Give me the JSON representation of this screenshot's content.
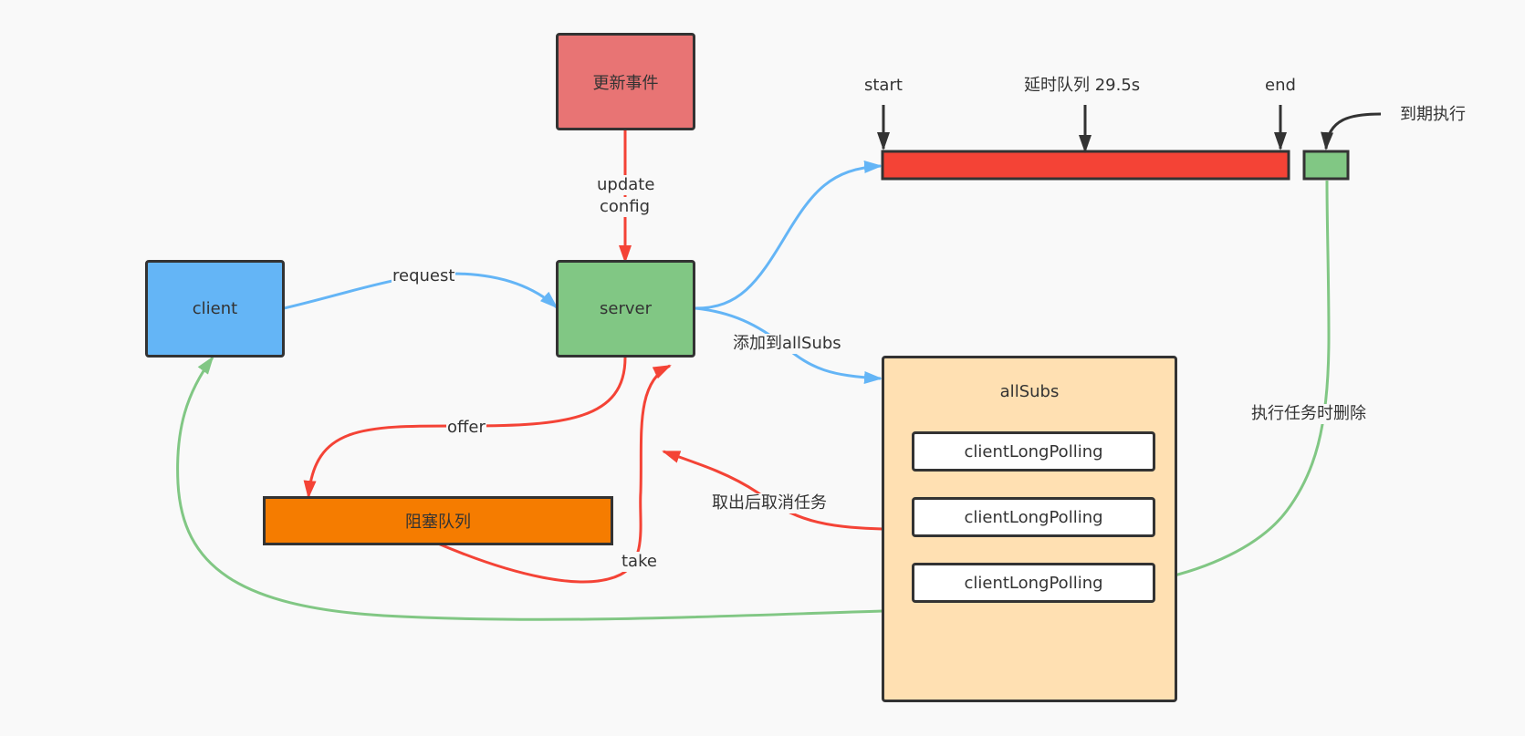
{
  "nodes": {
    "update_event": "更新事件",
    "client": "client",
    "server": "server",
    "blocking_queue": "阻塞队列",
    "allsubs_title": "allSubs",
    "allsubs_items": [
      "clientLongPolling",
      "clientLongPolling",
      "clientLongPolling"
    ]
  },
  "delay_queue": {
    "start": "start",
    "label": "延时队列 29.5s",
    "end": "end",
    "expire": "到期执行"
  },
  "edges": {
    "update_config_line1": "update",
    "update_config_line2": "config",
    "request": "request",
    "add_to_allsubs": "添加到allSubs",
    "offer": "offer",
    "take": "take",
    "cancel_after_take": "取出后取消任务",
    "delete_on_execute": "执行任务时删除"
  },
  "colors": {
    "update_event_fill": "#e87474",
    "client_fill": "#64b5f6",
    "server_fill": "#81c784",
    "blocking_queue_fill": "#f57c00",
    "allsubs_fill": "#ffe0b2",
    "delay_bar_fill": "#f44336",
    "expire_box_fill": "#81c784",
    "blue_edge": "#64b5f6",
    "red_edge": "#f44336",
    "green_edge": "#81c784",
    "dark_arrow": "#333333"
  }
}
